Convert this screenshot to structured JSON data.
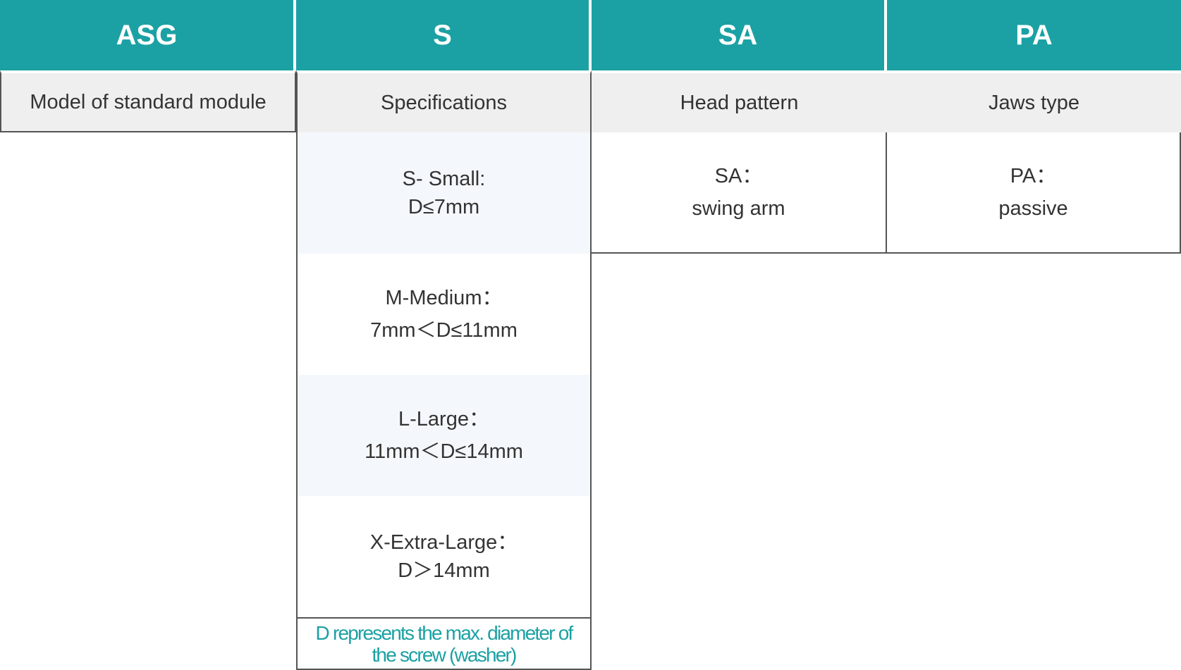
{
  "columns": [
    {
      "code": "ASG",
      "label": "Model of standard module"
    },
    {
      "code": "S",
      "label": "Specifications"
    },
    {
      "code": "SA",
      "label": "Head pattern"
    },
    {
      "code": "PA",
      "label": "Jaws type"
    }
  ],
  "specs": [
    {
      "name": "S- Small:",
      "range": "D≤7mm"
    },
    {
      "name": "M-Medium：",
      "range": "7mm＜D≤11mm"
    },
    {
      "name": "L-Large：",
      "range": "11mm＜D≤14mm"
    },
    {
      "name": "X-Extra-Large：",
      "range": "D＞14mm"
    }
  ],
  "note": {
    "line1": "D represents the max. diameter of",
    "line2": "the screw (washer)"
  },
  "head_pattern": {
    "code": "SA：",
    "desc": "swing arm"
  },
  "jaws_type": {
    "code": "PA：",
    "desc": "passive"
  },
  "colors": {
    "accent": "#1ba1a4",
    "subheader_bg": "#efefef",
    "row_tint": "#f4f8fc"
  }
}
